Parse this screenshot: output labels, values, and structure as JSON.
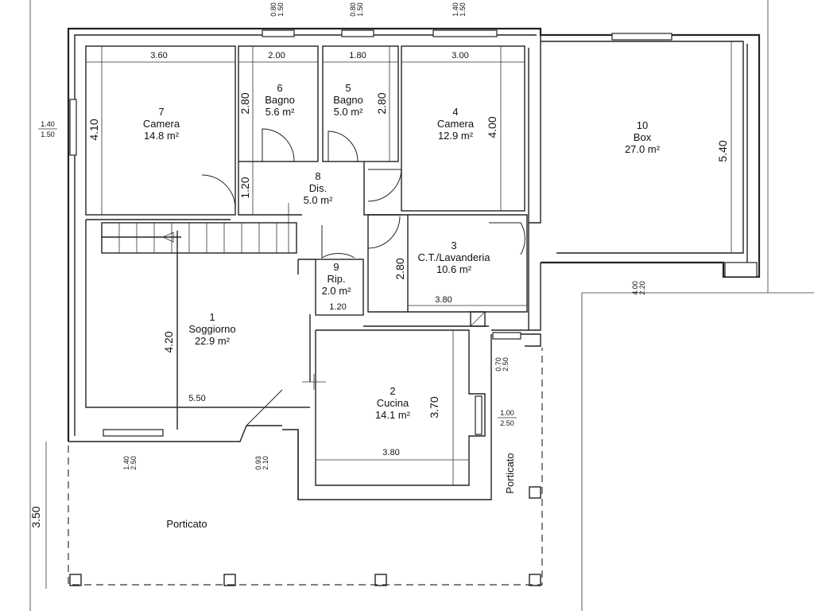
{
  "rooms": [
    {
      "number": "1",
      "name": "Soggiorno",
      "area": "22.9 m²"
    },
    {
      "number": "2",
      "name": "Cucina",
      "area": "14.1 m²"
    },
    {
      "number": "3",
      "name": "C.T./Lavanderia",
      "area": "10.6 m²"
    },
    {
      "number": "4",
      "name": "Camera",
      "area": "12.9 m²"
    },
    {
      "number": "5",
      "name": "Bagno",
      "area": "5.0 m²"
    },
    {
      "number": "6",
      "name": "Bagno",
      "area": "5.6 m²"
    },
    {
      "number": "7",
      "name": "Camera",
      "area": "14.8 m²"
    },
    {
      "number": "8",
      "name": "Dis.",
      "area": "5.0 m²"
    },
    {
      "number": "9",
      "name": "Rip.",
      "area": "2.0 m²"
    },
    {
      "number": "10",
      "name": "Box",
      "area": "27.0 m²"
    }
  ],
  "porches": [
    "Porticato",
    "Porticato"
  ],
  "dimensions": {
    "d_360": "3.60",
    "d_200": "2.00",
    "d_180": "1.80",
    "d_300": "3.00",
    "d_410": "4.10",
    "d_280_bagno": "2.80",
    "d_280_bagno5": "2.80",
    "d_400": "4.00",
    "d_540": "5.40",
    "d_120_v": "1.20",
    "d_120_h": "1.20",
    "d_280_ct": "2.80",
    "d_380_ct": "3.80",
    "d_420": "4.20",
    "d_550": "5.50",
    "d_370": "3.70",
    "d_380_cucina": "3.80",
    "d_350": "3.50"
  },
  "windows": [
    {
      "top": "0.80",
      "bottom": "1.50"
    },
    {
      "top": "0.80",
      "bottom": "1.50"
    },
    {
      "top": "1.40",
      "bottom": "1.50"
    },
    {
      "top": "1.40",
      "bottom": "1.50"
    },
    {
      "top": "4.00",
      "bottom": "2.20"
    },
    {
      "top": "0.70",
      "bottom": "2.50"
    },
    {
      "top": "1.00",
      "bottom": "2.50"
    },
    {
      "top": "1.40",
      "bottom": "2.50"
    },
    {
      "top": "0.93",
      "bottom": "2.10"
    }
  ]
}
